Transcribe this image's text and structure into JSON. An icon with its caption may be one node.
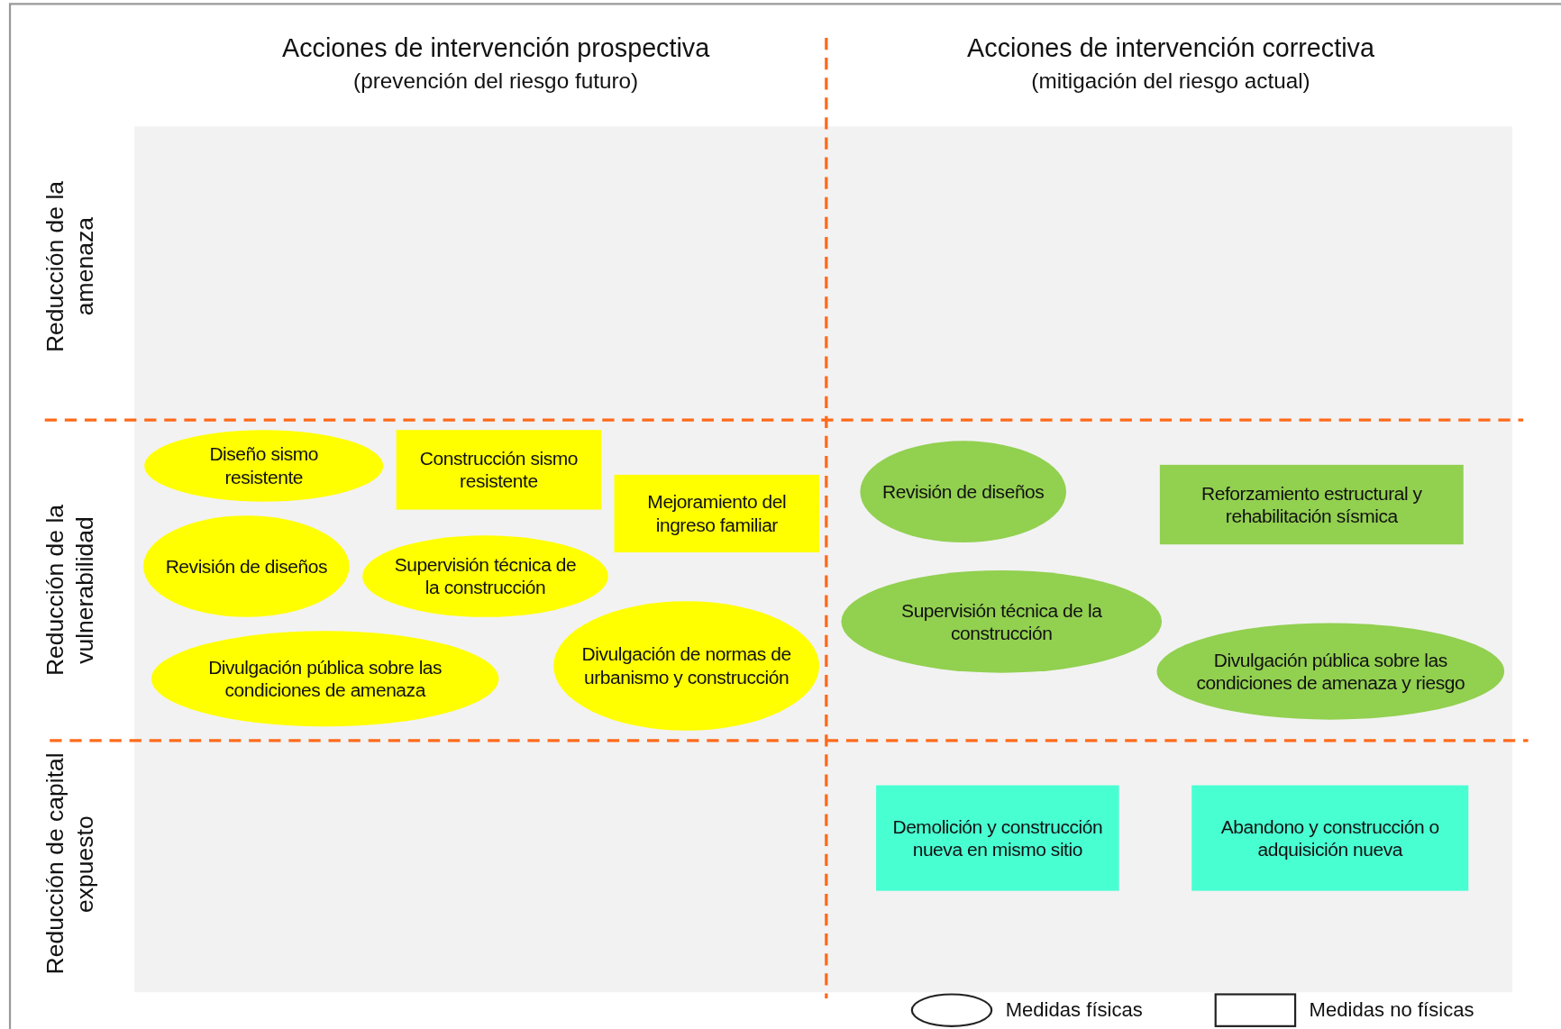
{
  "diagram": {
    "nodes": [
      {
        "text": [
          "Diseño sismo resistente"
        ]
      },
      {
        "text": [
          "Construcción sismo resistente"
        ]
      },
      {
        "text": [
          "Mejoramiento del ingreso familiar"
        ]
      },
      {
        "text": [
          "Revisión de diseños"
        ]
      },
      {
        "text": [
          "Supervisión técnica de la construcción"
        ]
      },
      {
        "text": [
          "Divulgación pública sobre las condiciones de amenaza"
        ]
      },
      {
        "text": [
          "Divulgación de normas de urbanismo y construcción"
        ]
      },
      {
        "text": [
          "Revisión de diseños"
        ]
      },
      {
        "text": [
          "Reforzamiento estructural y rehabilitación sísmica"
        ]
      },
      {
        "text": [
          "Supervisión técnica de la construcción"
        ]
      },
      {
        "text": [
          "Divulgación pública sobre las condiciones de amenaza y riesgo"
        ]
      },
      {
        "text": [
          "Demolición y construcción nueva en mismo sitio"
        ]
      },
      {
        "text": [
          "Abandono y construcción o adquisición nueva"
        ]
      }
    ],
    "edges": [],
    "labels": [
      "Acciones de intervención prospectiva",
      "(prevención del riesgo futuro)",
      "Acciones de intervención correctiva",
      "(mitigación del riesgo actual)",
      "Reducción de la amenaza",
      "Reducción de la vulnerabilidad",
      "Reducción de capital expuesto"
    ],
    "legend": [
      {
        "text": "Medidas físicas"
      },
      {
        "text": "Medidas no físicas"
      }
    ]
  }
}
